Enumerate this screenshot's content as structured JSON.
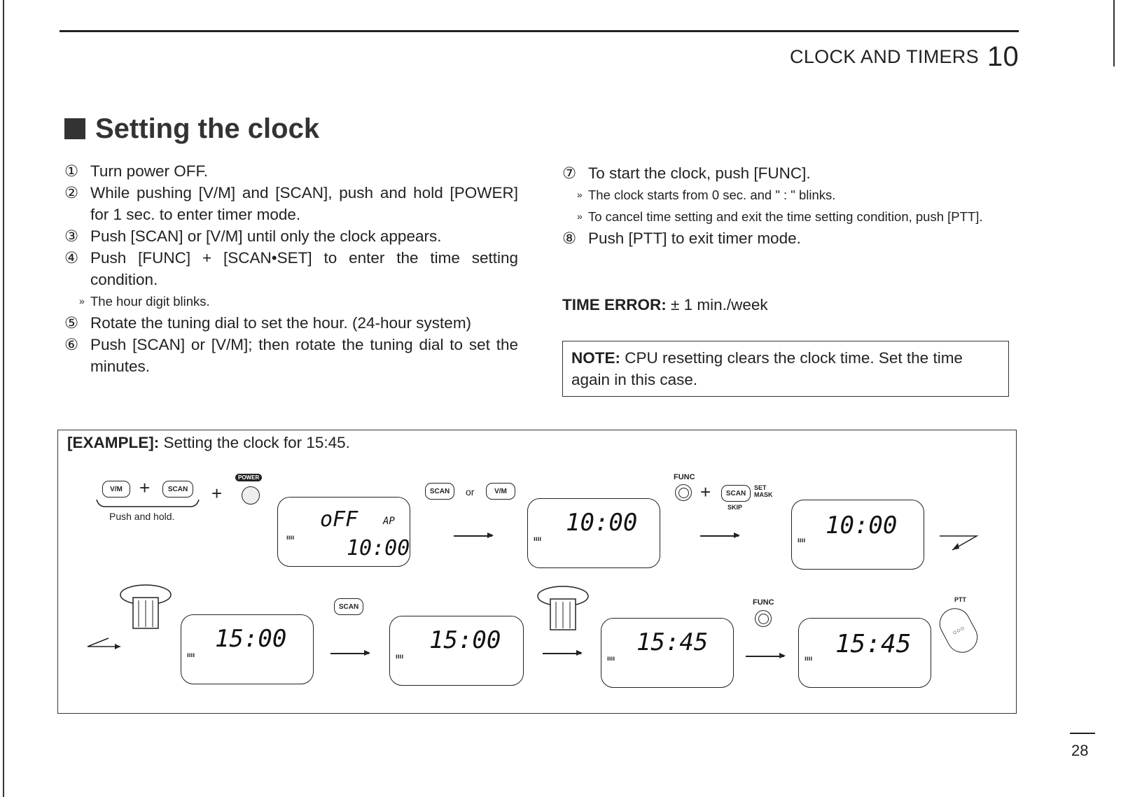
{
  "header": {
    "section": "CLOCK AND TIMERS",
    "chapter": "10"
  },
  "title": "Setting the clock",
  "steps_left": [
    {
      "n": "①",
      "text": "Turn power OFF."
    },
    {
      "n": "②",
      "text": "While pushing [V/M] and [SCAN], push and hold [POWER] for 1 sec. to enter timer mode."
    },
    {
      "n": "③",
      "text": "Push [SCAN] or [V/M] until only the clock appears."
    },
    {
      "n": "④",
      "text": "Push [FUNC] + [SCAN•SET] to enter the time setting condition."
    },
    {
      "n": "⑤",
      "text": "Rotate the tuning dial to set the hour. (24-hour system)"
    },
    {
      "n": "⑥",
      "text": "Push [SCAN] or [V/M]; then rotate the tuning dial to set the minutes."
    }
  ],
  "step4_sub": "The hour digit blinks.",
  "steps_right": [
    {
      "n": "⑦",
      "text": "To start the clock, push [FUNC]."
    },
    {
      "n": "⑧",
      "text": "Push [PTT] to exit timer mode."
    }
  ],
  "step7_subs": [
    "The clock starts from 0 sec. and \" : \" blinks.",
    "To cancel time setting and exit the time setting condition, push [PTT]."
  ],
  "time_error": {
    "label": "TIME ERROR:",
    "value": "± 1 min./week"
  },
  "note": {
    "label": "NOTE:",
    "text": "CPU resetting clears the clock time. Set the time again in this case."
  },
  "example": {
    "label": "[EXAMPLE]:",
    "text": "Setting the clock for 15:45.",
    "btn_vm": "V/M",
    "btn_scan": "SCAN",
    "btn_power": "POWER",
    "push_hold": "Push and hold.",
    "or": "or",
    "func": "FUNC",
    "set_mask": "SET\nMASK",
    "skip": "SKIP",
    "ptt": "PTT",
    "lcd1_top": "oFF",
    "lcd1_ap": "AP",
    "lcd1_bottom": "10:00",
    "lcd2": "10:00",
    "lcd3": "10:00",
    "lcd4": "15:00",
    "lcd5": "15:00",
    "lcd6": "15:45",
    "lcd7": "15:45",
    "battery": "ıııı"
  },
  "page_number": "28"
}
